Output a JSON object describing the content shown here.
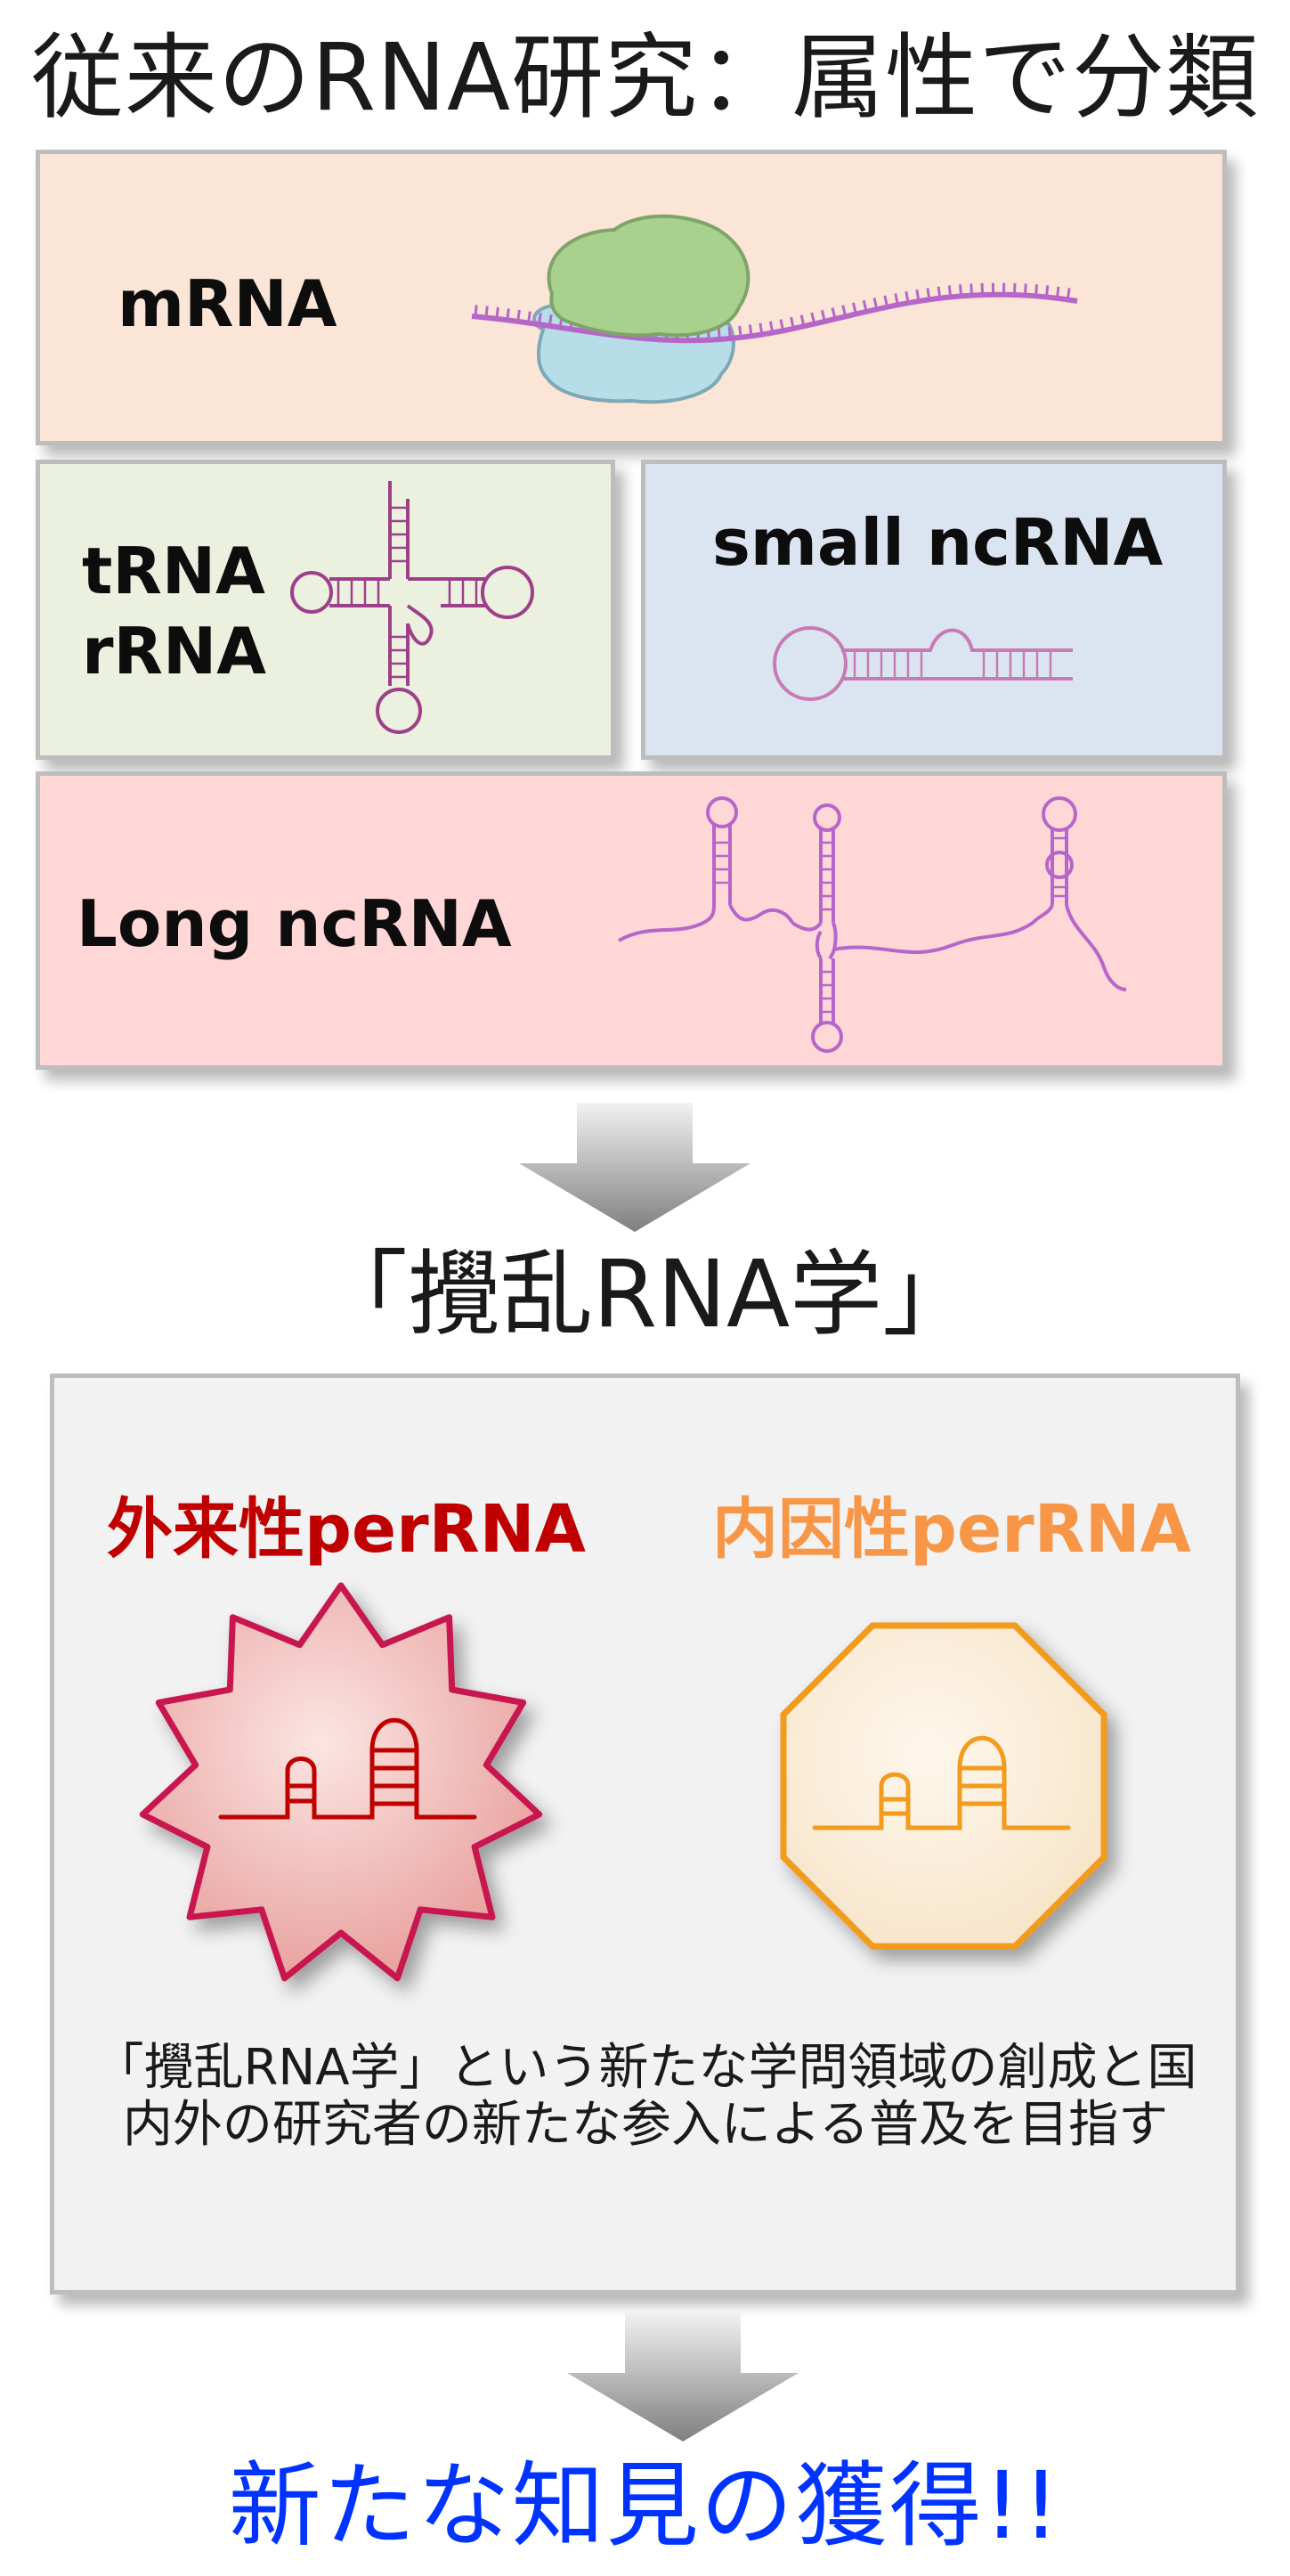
{
  "title": "従来のRNA研究：属性で分類",
  "categories": {
    "mrna": "mRNA",
    "trna": "tRNA",
    "rrna": "rRNA",
    "small": "small ncRNA",
    "long": "Long ncRNA"
  },
  "heading": "「攪乱RNA学」",
  "exogenous": "外来性perRNA",
  "endogenous": "内因性perRNA",
  "description": "「攪乱RNA学」という新たな学問領域の創成と国内外の研究者の新たな参入による普及を目指す",
  "final": "新たな知見の獲得!!",
  "colors": {
    "mrna_bg": "#fbe5d6",
    "trna_bg": "#ebf1de",
    "small_bg": "#dbe5f1",
    "long_bg": "#ffd7d7",
    "exogenous": "#c00000",
    "endogenous": "#f79646",
    "final": "#0033ff",
    "rna_strand": "#b666c9"
  }
}
